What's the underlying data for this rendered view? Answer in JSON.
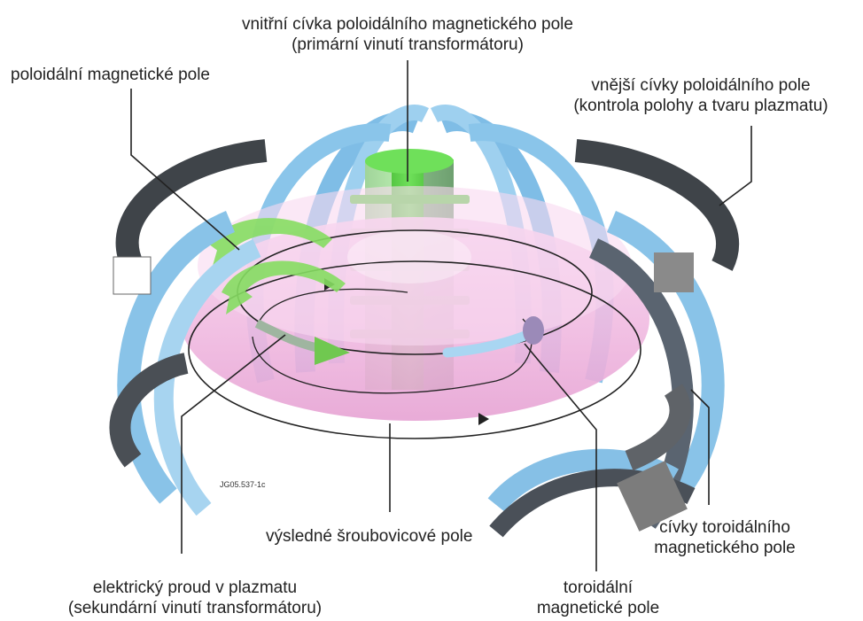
{
  "labels": {
    "inner_coil": {
      "line1": "vnitřní cívka poloidálního magnetického pole",
      "line2": "(primární vinutí transformátoru)"
    },
    "poloidal_field": "poloidální magnetické pole",
    "outer_coils": {
      "line1": "vnější cívky poloidálního pole",
      "line2": "(kontrola polohy a tvaru plazmatu)"
    },
    "helical_field": "výsledné šroubovicové pole",
    "toroidal_coils": {
      "line1": "cívky toroidálního",
      "line2": "magnetického pole"
    },
    "plasma_current": {
      "line1": "elektrický proud v plazmatu",
      "line2": "(sekundární vinutí transformátoru)"
    },
    "toroidal_field": {
      "line1": "toroidální",
      "line2": "magnetické pole"
    }
  },
  "figure_code": "JG05.537-1c",
  "colors": {
    "plasma": "#f2bfe3",
    "coil_light": "#8fc8ea",
    "coil_dark": "#4a5058",
    "solenoid": "#4fc43a",
    "poloidal_arrow": "#7ed957",
    "toroidal_arrow": "#a9d6f2",
    "leader": "#222222"
  },
  "icons": [
    "poloidal-arrow-icon",
    "toroidal-arrow-icon",
    "current-arrow-icon"
  ]
}
